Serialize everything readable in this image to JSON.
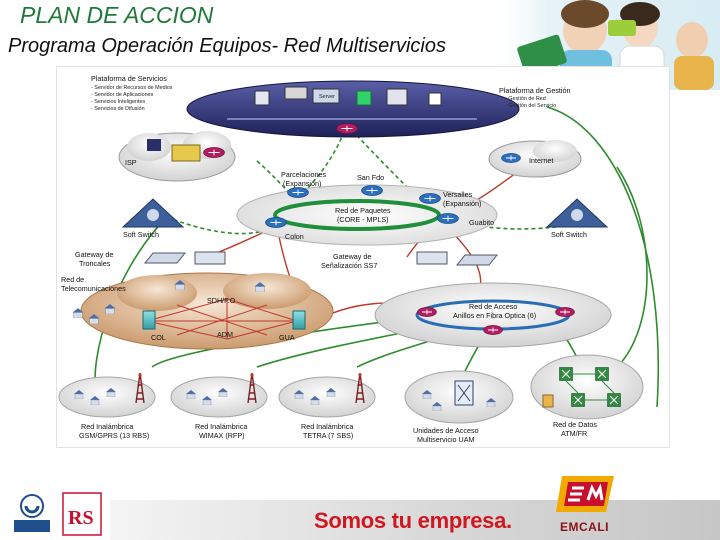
{
  "header": {
    "title": "PLAN DE ACCION",
    "subtitle": "Programa Operación Equipos- Red Multiservicios"
  },
  "colors": {
    "title": "#1f7a3a",
    "slogan": "#d0171f",
    "brand": "#c8102e",
    "platform_ellipse": "#2b2f6e",
    "core_ring": "#1f8f3c",
    "access_ring": "#2a6db5",
    "copper_cloud": "#b07a4a",
    "green_dashed_link": "#2e8b2e",
    "red_link": "#c0392b"
  },
  "diagram": {
    "plataforma_servicios": {
      "title": "Plataforma de Servicios",
      "items": [
        "- Servidor de Recursos de Medios",
        "- Servidor de Aplicaciones",
        "- Servicios Inteligentes",
        "- Servicios de Difusión"
      ],
      "server_label": "Server"
    },
    "plataforma_gestion": {
      "title": "Plataforma de Gestión",
      "items": [
        "- Gestión de Red",
        "- Gestión del Servicio"
      ]
    },
    "isp": "ISP",
    "internet": "Internet",
    "soft_switch_left": "Soft Switch",
    "soft_switch_right": "Soft Switch",
    "core": {
      "label_line1": "Red de Paquetes",
      "label_line2": "(CORE - MPLS)",
      "parcelaciones": "Parcelaciones",
      "parcelaciones_exp": "(Expansión)",
      "san_fdo": "San Fdo",
      "versalles": "Versalles",
      "versalles_exp": "(Expansión)",
      "colon": "Colon",
      "guabito": "Guabito"
    },
    "gateway_troncales_1": "Gateway de",
    "gateway_troncales_2": "Troncales",
    "gateway_ss7_1": "Gateway de",
    "gateway_ss7_2": "Señalización SS7",
    "telecom": {
      "label_1": "Red de",
      "label_2": "Telecomunicaciones",
      "sdh": "SDH/F.O",
      "col": "COL",
      "adm": "ADM",
      "gua": "GUA"
    },
    "acceso": {
      "label_1": "Red de Acceso",
      "label_2": "Anillos en Fibra Optica (6)"
    },
    "wireless_gsm_1": "Red Inalámbrica",
    "wireless_gsm_2": "GSM/GPRS (13 RBS)",
    "wireless_wimax_1": "Red Inalámbrica",
    "wireless_wimax_2": "WIMAX (RFP)",
    "wireless_tetra_1": "Red Inalámbrica",
    "wireless_tetra_2": "TETRA (7 SBS)",
    "uam_1": "Unidades de Acceso",
    "uam_2": "Multiservicio UAM",
    "datos_1": "Red de Datos",
    "datos_2": "ATM/FR"
  },
  "footer": {
    "slogan": "Somos tu empresa.",
    "brand_name": "EMCALI",
    "rs_logo_text": "RS"
  }
}
